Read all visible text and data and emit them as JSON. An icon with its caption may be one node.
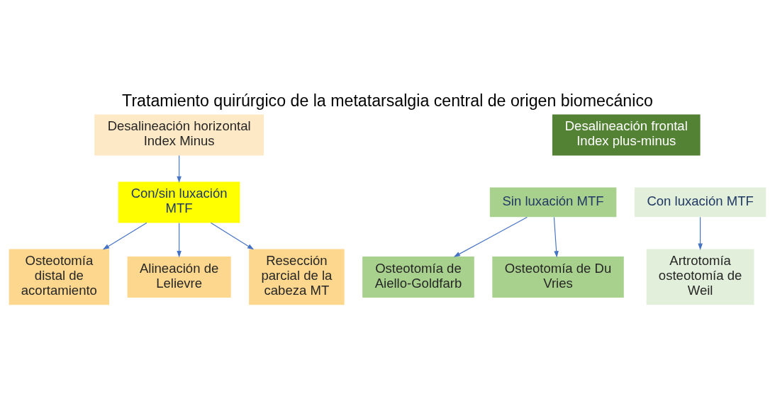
{
  "diagram": {
    "title": "Tratamiento quirúrgico de la metatarsalgia central de origen biomecánico",
    "nodes": [
      {
        "text": [
          "Desalineación horizontal",
          "Index Minus"
        ]
      },
      {
        "text": [
          "Con/sin luxación MTF"
        ]
      },
      {
        "text": [
          "Osteotomía distal de acortamiento"
        ]
      },
      {
        "text": [
          "Alineación de Lelievre"
        ]
      },
      {
        "text": [
          "Resección parcial de la cabeza MT"
        ]
      },
      {
        "text": [
          "Desalineación frontal",
          "Index plus-minus"
        ]
      },
      {
        "text": [
          "Sin luxación MTF"
        ]
      },
      {
        "text": [
          "Con luxación MTF"
        ]
      },
      {
        "text": [
          "Osteotomía de Aiello-Goldfarb"
        ]
      },
      {
        "text": [
          "Osteotomía de Du Vries"
        ]
      },
      {
        "text": [
          "Artrotomía osteotomía de Weil"
        ]
      }
    ],
    "edges": [
      {
        "from": 0,
        "to": 1,
        "arrow": "to"
      },
      {
        "from": 1,
        "to": 2,
        "arrow": "to"
      },
      {
        "from": 1,
        "to": 3,
        "arrow": "to"
      },
      {
        "from": 1,
        "to": 4,
        "arrow": "to"
      },
      {
        "from": 6,
        "to": 8,
        "arrow": "to"
      },
      {
        "from": 6,
        "to": 9,
        "arrow": "to"
      },
      {
        "from": 7,
        "to": 10,
        "arrow": "to"
      }
    ]
  }
}
